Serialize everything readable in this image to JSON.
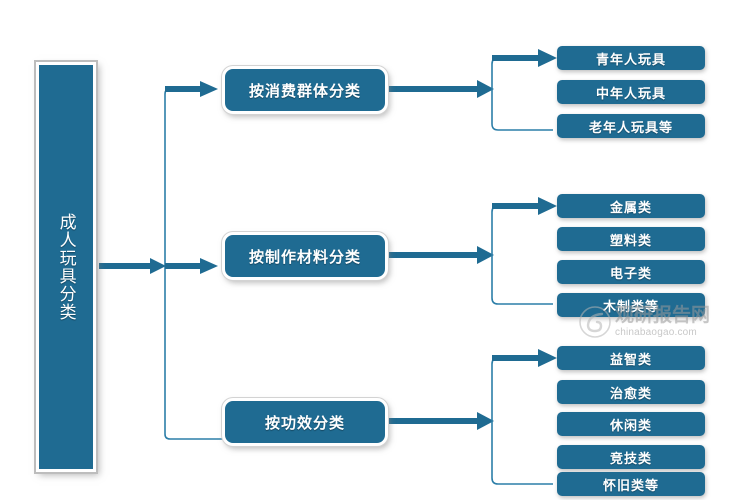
{
  "diagram": {
    "title": "成人玩具分类",
    "accent_color": "#1f6b92",
    "connector_color": "#1f6b92",
    "background_color": "#ffffff",
    "root": {
      "label": "成人玩具分类"
    },
    "branches": [
      {
        "label": "按消费群体分类",
        "items": [
          {
            "label": "青年人玩具"
          },
          {
            "label": "中年人玩具"
          },
          {
            "label": "老年人玩具等"
          }
        ]
      },
      {
        "label": "按制作材料分类",
        "items": [
          {
            "label": "金属类"
          },
          {
            "label": "塑料类"
          },
          {
            "label": "电子类"
          },
          {
            "label": "木制类等"
          }
        ]
      },
      {
        "label": "按功效分类",
        "items": [
          {
            "label": "益智类"
          },
          {
            "label": "治愈类"
          },
          {
            "label": "休闲类"
          },
          {
            "label": "竞技类"
          },
          {
            "label": "怀旧类等"
          }
        ]
      }
    ]
  },
  "watermark": {
    "title": "观研报告网",
    "url": "chinabaogao.com",
    "color": "#9a9a9a"
  }
}
